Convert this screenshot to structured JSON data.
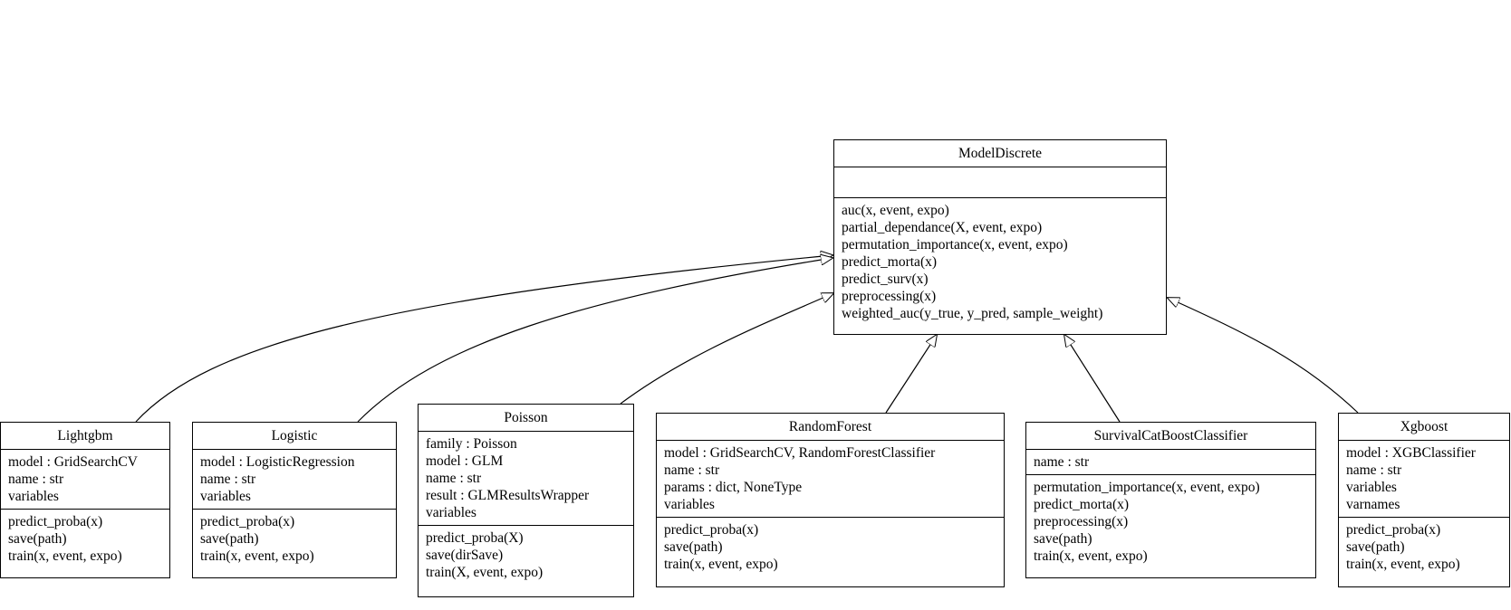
{
  "diagram": {
    "base_class": {
      "name": "ModelDiscrete",
      "attributes": [],
      "methods": [
        "auc(x, event, expo)",
        "partial_dependance(X, event, expo)",
        "permutation_importance(x, event, expo)",
        "predict_morta(x)",
        "predict_surv(x)",
        "preprocessing(x)",
        "weighted_auc(y_true, y_pred, sample_weight)"
      ]
    },
    "subclasses": [
      {
        "name": "Lightgbm",
        "attributes": [
          "model : GridSearchCV",
          "name : str",
          "variables"
        ],
        "methods": [
          "predict_proba(x)",
          "save(path)",
          "train(x, event, expo)"
        ]
      },
      {
        "name": "Logistic",
        "attributes": [
          "model : LogisticRegression",
          "name : str",
          "variables"
        ],
        "methods": [
          "predict_proba(x)",
          "save(path)",
          "train(x, event, expo)"
        ]
      },
      {
        "name": "Poisson",
        "attributes": [
          "family : Poisson",
          "model : GLM",
          "name : str",
          "result : GLMResultsWrapper",
          "variables"
        ],
        "methods": [
          "predict_proba(X)",
          "save(dirSave)",
          "train(X, event, expo)"
        ]
      },
      {
        "name": "RandomForest",
        "attributes": [
          "model : GridSearchCV, RandomForestClassifier",
          "name : str",
          "params : dict, NoneType",
          "variables"
        ],
        "methods": [
          "predict_proba(x)",
          "save(path)",
          "train(x, event, expo)"
        ]
      },
      {
        "name": "SurvivalCatBoostClassifier",
        "attributes": [
          "name : str"
        ],
        "methods": [
          "permutation_importance(x, event, expo)",
          "predict_morta(x)",
          "preprocessing(x)",
          "save(path)",
          "train(x, event, expo)"
        ]
      },
      {
        "name": "Xgboost",
        "attributes": [
          "model : XGBClassifier",
          "name : str",
          "variables",
          "varnames"
        ],
        "methods": [
          "predict_proba(x)",
          "save(path)",
          "train(x, event, expo)"
        ]
      }
    ],
    "relation": "inheritance"
  }
}
